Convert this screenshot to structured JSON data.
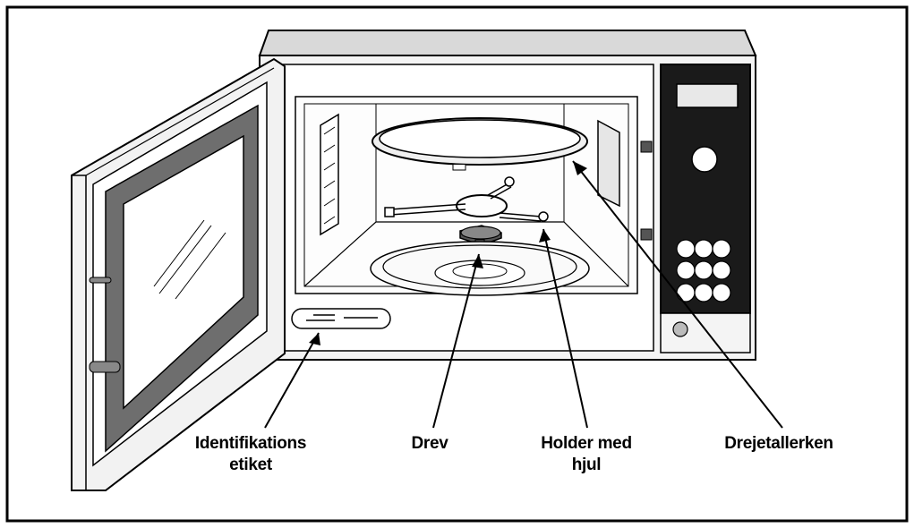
{
  "colors": {
    "outline": "#000000",
    "door_glass": "#6e6e6e",
    "control_panel": "#1a1a1a",
    "body_shade": "#d9d9d9",
    "light_shade": "#eeeeee"
  },
  "labels": {
    "identifikation_line1": "Identifikations",
    "identifikation_line2": "etiket",
    "drev": "Drev",
    "holder_line1": "Holder med",
    "holder_line2": "hjul",
    "drejetallerken": "Drejetallerken"
  }
}
